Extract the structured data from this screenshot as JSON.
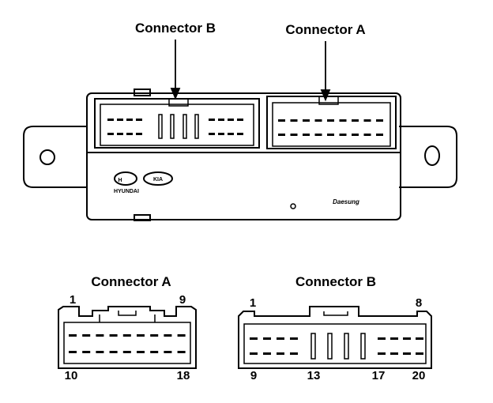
{
  "top_view": {
    "callout_b": "Connector B",
    "callout_a": "Connector A",
    "logo_text": "HYUNDAI",
    "kia_text": "KIA",
    "maker_text": "Daesung"
  },
  "connector_a": {
    "title": "Connector A",
    "pins": {
      "top_left": "1",
      "top_right": "9",
      "bottom_left": "10",
      "bottom_right": "18"
    }
  },
  "connector_b": {
    "title": "Connector B",
    "pins": {
      "top_left": "1",
      "top_right": "8",
      "bottom_left": "9",
      "bottom_mid1": "13",
      "bottom_mid2": "17",
      "bottom_right": "20"
    }
  }
}
